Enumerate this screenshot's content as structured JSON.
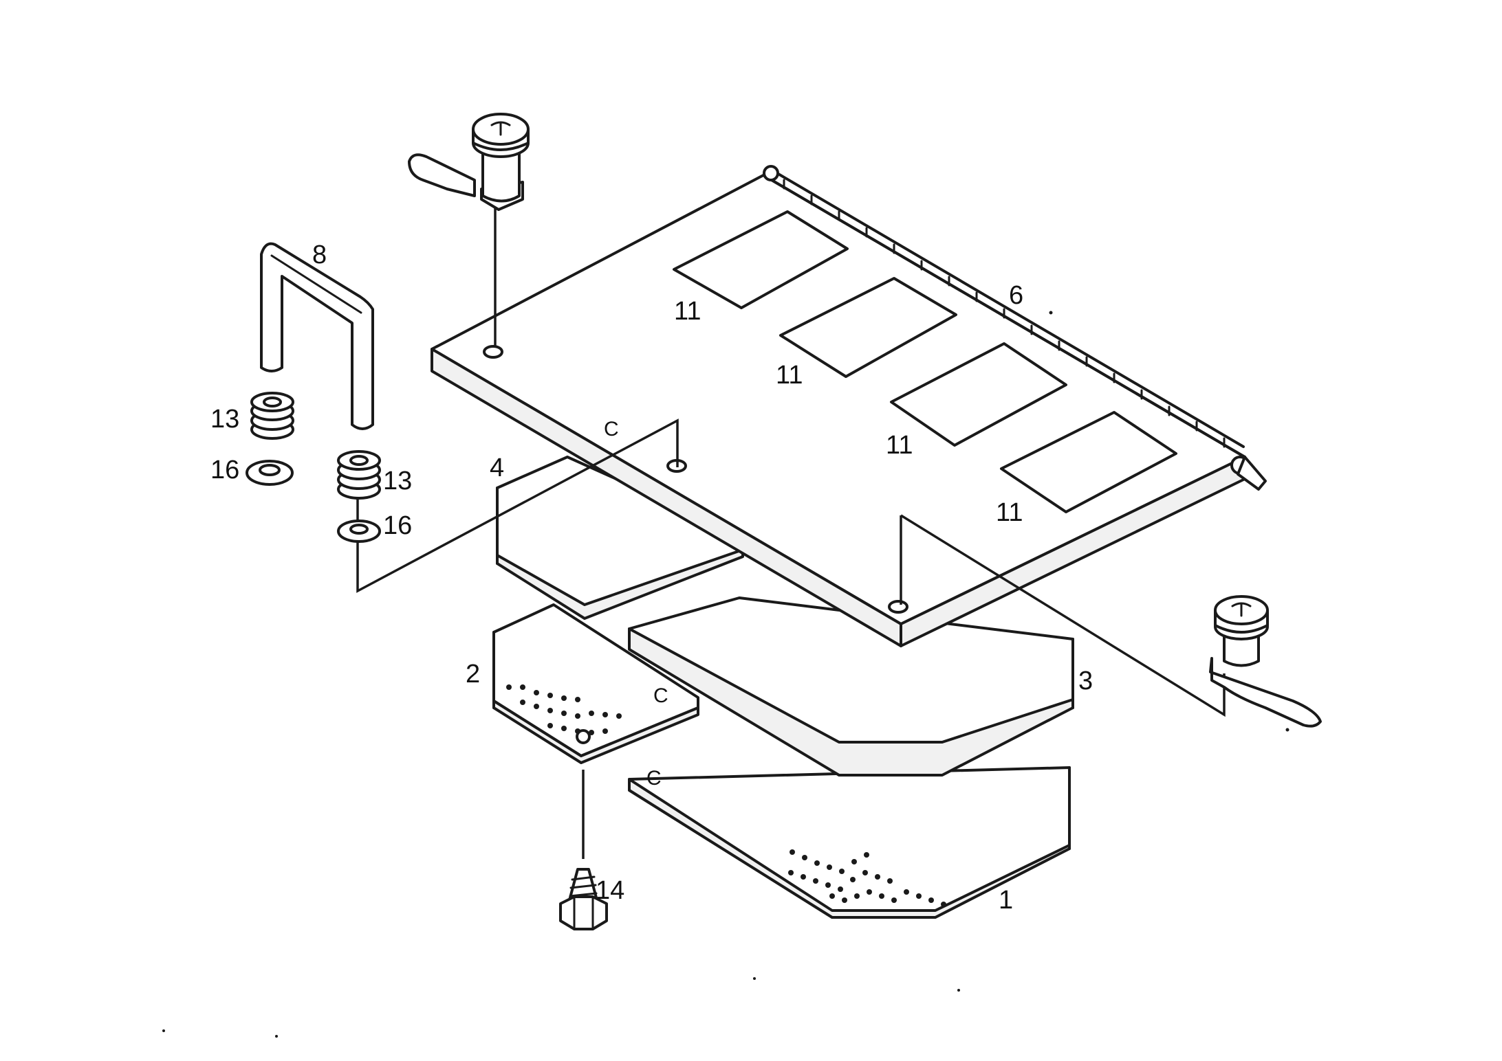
{
  "callouts": {
    "p1": "1",
    "p2": "2",
    "p3": "3",
    "p4": "4",
    "p6": "6",
    "p8": "8",
    "p11a": "11",
    "p11b": "11",
    "p11c": "11",
    "p11d": "11",
    "p13a": "13",
    "p13b": "13",
    "p14": "14",
    "p16a": "16",
    "p16b": "16"
  },
  "marks": {
    "cover_c": "C",
    "pad2_c": "C",
    "pad1_c": "C"
  }
}
